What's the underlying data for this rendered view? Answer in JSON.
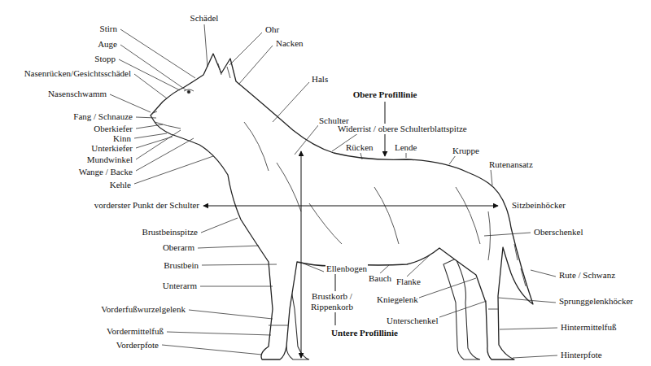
{
  "diagram": {
    "labels": [
      "Schädel",
      "Ohr",
      "Stirn",
      "Nacken",
      "Auge",
      "Stopp",
      "Nasenrücken/Gesichtsschädel",
      "Hals",
      "Nasenschwamm",
      "Obere Profillinie",
      "Fang / Schnauze",
      "Schulter",
      "Widerrist / obere Schulterblattspitze",
      "Oberkiefer",
      "Kinn",
      "Unterkiefer",
      "Rücken",
      "Lende",
      "Kruppe",
      "Mundwinkel",
      "Rutenansatz",
      "Wange / Backe",
      "Kehle",
      "vorderster Punkt der Schulter",
      "Sitzbeinhöcker",
      "Brustbeinspitze",
      "Oberschenkel",
      "Oberarm",
      "Brustbein",
      "Rute / Schwanz",
      "Ellenbogen",
      "Bauch",
      "Flanke",
      "Unterarm",
      "Brustkorb / Rippenkorb",
      "Kniegelenk",
      "Sprunggelenkhöcker",
      "Vorderfußwurzelgelenk",
      "Unterschenkel",
      "Hintermittelfuß",
      "Vordermittelfuß",
      "Untere Profillinie",
      "Vorderpfote",
      "Hinterpfote"
    ]
  }
}
